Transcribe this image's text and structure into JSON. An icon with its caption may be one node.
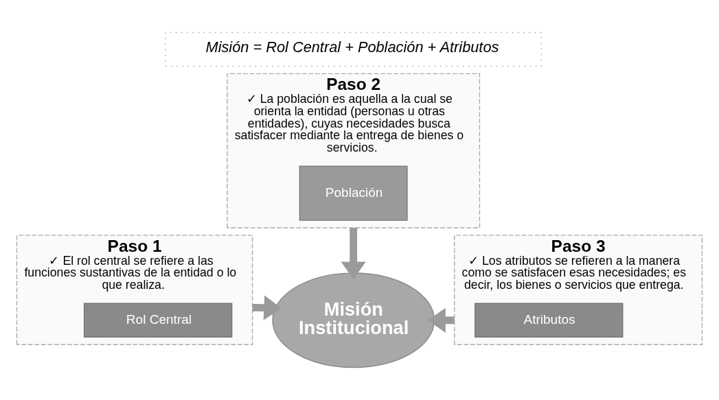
{
  "diagram": {
    "nodes": [
      {
        "text": [
          "Misión = Rol Central + Población + Atributos"
        ]
      },
      {
        "text": [
          "Paso 2",
          "✓ La población es aquella a la cual se orienta la entidad (personas u otras entidades), cuyas necesidades busca satisfacer mediante la entrega de bienes o servicios."
        ]
      },
      {
        "text": [
          "Población"
        ],
        "in": 1
      },
      {
        "text": [
          "Paso 1",
          "✓ El rol central se refiere a las funciones sustantivas de la entidad o lo que realiza."
        ]
      },
      {
        "text": [
          "Rol Central"
        ],
        "in": 3
      },
      {
        "text": [
          "Paso 3",
          "✓ Los atributos se refieren a la manera como se satisfacen esas necesidades; es decir, los bienes o servicios que entrega."
        ]
      },
      {
        "text": [
          "Atributos"
        ],
        "in": 5
      },
      {
        "text": [
          "Misión Institucional"
        ]
      }
    ],
    "edges": [
      {
        "from": 1,
        "to": 7,
        "arrow": "to"
      },
      {
        "from": 3,
        "to": 7,
        "arrow": "to"
      },
      {
        "from": 5,
        "to": 7,
        "arrow": "to"
      }
    ]
  }
}
